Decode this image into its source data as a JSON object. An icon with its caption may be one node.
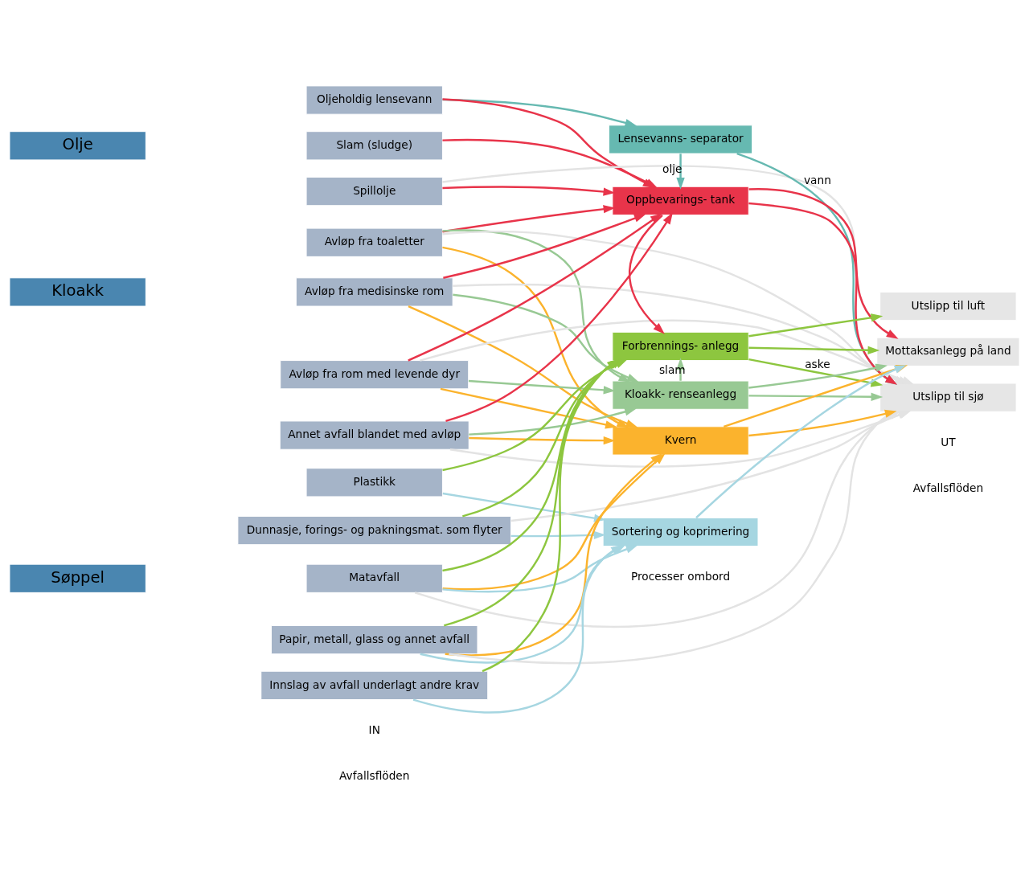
{
  "diagram": {
    "nodes": [
      {
        "text": [
          "Olje"
        ]
      },
      {
        "text": [
          "Kloakk"
        ]
      },
      {
        "text": [
          "Søppel"
        ]
      },
      {
        "text": [
          "Oljeholdig lensevann"
        ]
      },
      {
        "text": [
          "Slam (sludge)"
        ]
      },
      {
        "text": [
          "Spillolje"
        ]
      },
      {
        "text": [
          "Avløp fra toaletter"
        ]
      },
      {
        "text": [
          "Avløp fra medisinske rom"
        ]
      },
      {
        "text": [
          "Avløp fra rom med levende dyr"
        ]
      },
      {
        "text": [
          "Annet avfall blandet med avløp"
        ]
      },
      {
        "text": [
          "Plastikk"
        ]
      },
      {
        "text": [
          "Dunnasje, forings- og pakningsmat. som flyter"
        ]
      },
      {
        "text": [
          "Matavfall"
        ]
      },
      {
        "text": [
          "Papir, metall, glass og annet avfall"
        ]
      },
      {
        "text": [
          "Innslag av avfall underlagt andre krav"
        ]
      },
      {
        "text": [
          "Lensevanns- separator"
        ]
      },
      {
        "text": [
          "Oppbevarings- tank"
        ]
      },
      {
        "text": [
          "Forbrennings- anlegg"
        ]
      },
      {
        "text": [
          "Kloakk- renseanlegg"
        ]
      },
      {
        "text": [
          "Kvern"
        ]
      },
      {
        "text": [
          "Sortering og koprimering"
        ]
      },
      {
        "text": [
          "Utslipp til luft"
        ]
      },
      {
        "text": [
          "Mottaksanlegg på land"
        ]
      },
      {
        "text": [
          "Utslipp til sjø"
        ]
      }
    ],
    "edges": [
      {
        "from": 3,
        "to": 15,
        "arrow": "to",
        "color": "#66b9b1"
      },
      {
        "from": 3,
        "to": 16,
        "arrow": "to",
        "color": "#e8344a"
      },
      {
        "from": 4,
        "to": 16,
        "arrow": "to",
        "color": "#e8344a"
      },
      {
        "from": 5,
        "to": 16,
        "arrow": "to",
        "color": "#e8344a"
      },
      {
        "from": 5,
        "to": 22,
        "arrow": "to",
        "color": "#e3e3e3"
      },
      {
        "from": 6,
        "to": 16,
        "arrow": "to",
        "color": "#e8344a"
      },
      {
        "from": 7,
        "to": 16,
        "arrow": "to",
        "color": "#e8344a"
      },
      {
        "from": 8,
        "to": 16,
        "arrow": "to",
        "color": "#e8344a"
      },
      {
        "from": 9,
        "to": 16,
        "arrow": "to",
        "color": "#e8344a"
      },
      {
        "from": 6,
        "to": 18,
        "arrow": "to",
        "color": "#98c994"
      },
      {
        "from": 7,
        "to": 18,
        "arrow": "to",
        "color": "#98c994"
      },
      {
        "from": 8,
        "to": 18,
        "arrow": "to",
        "color": "#98c994"
      },
      {
        "from": 9,
        "to": 18,
        "arrow": "to",
        "color": "#98c994"
      },
      {
        "from": 6,
        "to": 19,
        "arrow": "to",
        "color": "#fbb32d"
      },
      {
        "from": 7,
        "to": 19,
        "arrow": "to",
        "color": "#fbb32d"
      },
      {
        "from": 8,
        "to": 19,
        "arrow": "to",
        "color": "#fbb32d"
      },
      {
        "from": 9,
        "to": 19,
        "arrow": "to",
        "color": "#fbb32d"
      },
      {
        "from": 12,
        "to": 19,
        "arrow": "to",
        "color": "#fbb32d"
      },
      {
        "from": 13,
        "to": 19,
        "arrow": "to",
        "color": "#fbb32d"
      },
      {
        "from": 6,
        "to": 23,
        "arrow": "to",
        "color": "#e3e3e3"
      },
      {
        "from": 7,
        "to": 23,
        "arrow": "to",
        "color": "#e3e3e3"
      },
      {
        "from": 8,
        "to": 23,
        "arrow": "to",
        "color": "#e3e3e3"
      },
      {
        "from": 9,
        "to": 23,
        "arrow": "to",
        "color": "#e3e3e3"
      },
      {
        "from": 11,
        "to": 23,
        "arrow": "to",
        "color": "#e3e3e3"
      },
      {
        "from": 12,
        "to": 23,
        "arrow": "to",
        "color": "#e3e3e3"
      },
      {
        "from": 13,
        "to": 23,
        "arrow": "to",
        "color": "#e3e3e3"
      },
      {
        "from": 10,
        "to": 17,
        "arrow": "to",
        "color": "#8dc63f"
      },
      {
        "from": 11,
        "to": 17,
        "arrow": "to",
        "color": "#8dc63f"
      },
      {
        "from": 12,
        "to": 17,
        "arrow": "to",
        "color": "#8dc63f"
      },
      {
        "from": 13,
        "to": 17,
        "arrow": "to",
        "color": "#8dc63f"
      },
      {
        "from": 14,
        "to": 17,
        "arrow": "to",
        "color": "#8dc63f"
      },
      {
        "from": 10,
        "to": 20,
        "arrow": "to",
        "color": "#a6d6e1"
      },
      {
        "from": 11,
        "to": 20,
        "arrow": "to",
        "color": "#a6d6e1"
      },
      {
        "from": 12,
        "to": 20,
        "arrow": "to",
        "color": "#a6d6e1"
      },
      {
        "from": 13,
        "to": 20,
        "arrow": "to",
        "color": "#a6d6e1"
      },
      {
        "from": 14,
        "to": 20,
        "arrow": "to",
        "color": "#a6d6e1"
      },
      {
        "from": 15,
        "to": 16,
        "label": "olje",
        "arrow": "to",
        "color": "#66b9b1"
      },
      {
        "from": 15,
        "to": 23,
        "label": "vann",
        "arrow": "to",
        "color": "#66b9b1"
      },
      {
        "from": 16,
        "to": 17,
        "arrow": "to",
        "color": "#e8344a"
      },
      {
        "from": 16,
        "to": 22,
        "arrow": "to",
        "color": "#e8344a"
      },
      {
        "from": 16,
        "to": 23,
        "arrow": "to",
        "color": "#e8344a"
      },
      {
        "from": 18,
        "to": 17,
        "label": "slam",
        "arrow": "to",
        "color": "#98c994"
      },
      {
        "from": 17,
        "to": 21,
        "arrow": "to",
        "color": "#8dc63f"
      },
      {
        "from": 17,
        "to": 22,
        "arrow": "to",
        "color": "#8dc63f"
      },
      {
        "from": 17,
        "to": 23,
        "label": "aske",
        "arrow": "to",
        "color": "#8dc63f"
      },
      {
        "from": 18,
        "to": 22,
        "arrow": "to",
        "color": "#98c994"
      },
      {
        "from": 18,
        "to": 23,
        "arrow": "to",
        "color": "#98c994"
      },
      {
        "from": 19,
        "to": 22,
        "arrow": "to",
        "color": "#fbb32d"
      },
      {
        "from": 19,
        "to": 23,
        "arrow": "to",
        "color": "#fbb32d"
      },
      {
        "from": 20,
        "to": 22,
        "arrow": "to",
        "color": "#a6d6e1"
      }
    ],
    "labels": [
      "IN",
      "Avfallsflöden",
      "Processer ombord",
      "UT",
      "Avfallsflöden"
    ]
  }
}
